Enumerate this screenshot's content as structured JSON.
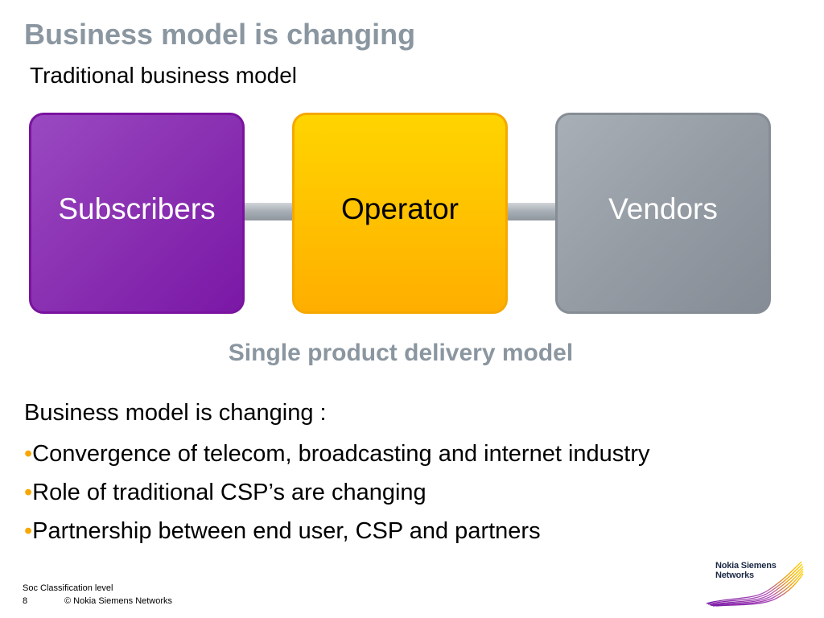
{
  "slide": {
    "title": "Business model is changing",
    "subtitle": "Traditional business model"
  },
  "diagram": {
    "boxes": [
      {
        "label": "Subscribers",
        "color": "#8b32b3"
      },
      {
        "label": "Operator",
        "color": "#ffc200"
      },
      {
        "label": "Vendors",
        "color": "#959ca4"
      }
    ],
    "connector_color": "#a9b0b7",
    "caption": "Single product delivery model"
  },
  "body": {
    "heading": "Business model is changing :",
    "bullet_char": "•",
    "bullet_color": "#f7a800",
    "bullets": [
      "Convergence of telecom, broadcasting and internet industry",
      "Role of traditional CSP’s are changing",
      "Partnership between end user, CSP and partners"
    ]
  },
  "footer": {
    "classification": "Soc Classification level",
    "page_number": "8",
    "copyright": "© Nokia Siemens Networks"
  },
  "logo": {
    "line1": "Nokia Siemens",
    "line2": "Networks",
    "icon": "nokia-siemens-swoosh-icon"
  },
  "colors": {
    "title": "#8a96a0",
    "accent": "#f7a800",
    "purple": "#8b32b3",
    "yellow": "#ffc200",
    "grey": "#959ca4"
  }
}
